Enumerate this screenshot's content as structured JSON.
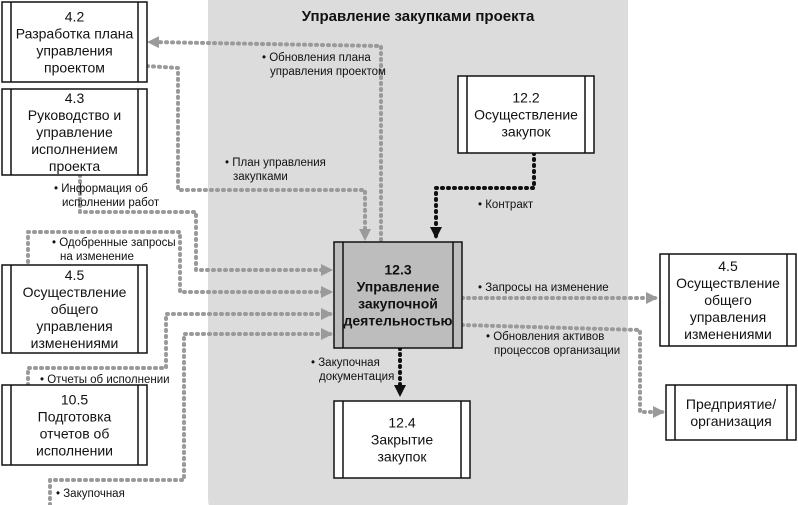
{
  "diagram": {
    "title": "Управление закупками проекта",
    "colors": {
      "region": "#dcdcdc",
      "central_box": "#bdbdbd",
      "grey_arrow": "#9a9a9a",
      "dark_arrow": "#111111"
    },
    "boxes": {
      "p42": {
        "lines": [
          "4.2",
          "Разработка плана",
          "управления",
          "проектом"
        ]
      },
      "p43": {
        "lines": [
          "4.3",
          "Руководство и",
          "управление",
          "исполнением",
          "проекта"
        ]
      },
      "p45l": {
        "lines": [
          "4.5",
          "Осуществление",
          "общего",
          "управления",
          "изменениями"
        ]
      },
      "p105": {
        "lines": [
          "10.5",
          "Подготовка",
          "отчетов об",
          "исполнении"
        ]
      },
      "p122": {
        "lines": [
          "12.2",
          "Осуществление",
          "закупок"
        ]
      },
      "p123": {
        "lines": [
          "12.3",
          "Управление",
          "закупочной",
          "деятельностью"
        ]
      },
      "p124": {
        "lines": [
          "12.4",
          "Закрытие",
          "закупок"
        ]
      },
      "p45r": {
        "lines": [
          "4.5",
          "Осуществление",
          "общего",
          "управления",
          "изменениями"
        ]
      },
      "ent": {
        "lines": [
          "Предприятие/",
          "организация"
        ]
      }
    },
    "labels": {
      "plan_updates": [
        "• Обновления плана",
        "управления проектом"
      ],
      "proc_plan": [
        "• План управления",
        "закупками"
      ],
      "work_perf": [
        "• Информация об",
        "исполнении работ"
      ],
      "approved": [
        "• Одобренные запросы",
        "на изменение"
      ],
      "perf_reports": "• Отчеты об исполнении",
      "proc_docs_in": "• Закупочная",
      "contract": "• Контракт",
      "change_req": "• Запросы на изменение",
      "opa_updates": [
        "• Обновления активов",
        "процессов организации"
      ],
      "proc_docs_out": [
        "• Закупочная",
        "документация"
      ]
    }
  }
}
